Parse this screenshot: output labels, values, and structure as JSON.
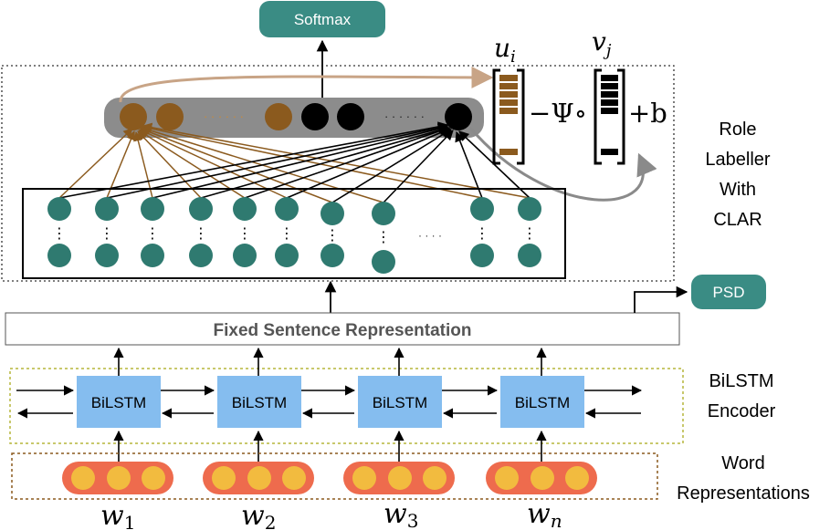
{
  "labels": {
    "softmax": "Softmax",
    "psd": "PSD",
    "fixed_sentence": "Fixed Sentence Representation",
    "bilstm_cell": "BiLSTM",
    "ui": "u",
    "ui_sub": "i",
    "vj": "v",
    "vj_sub": "j",
    "formula_mid": "−Ψ∘",
    "formula_end": "+b",
    "role_labeller": [
      "Role",
      "Labeller",
      "With",
      "CLAR"
    ],
    "bilstm_encoder": [
      "BiLSTM",
      "Encoder"
    ],
    "word_representations": [
      "Word",
      "Representations"
    ],
    "words": [
      {
        "base": "w",
        "sub": "1"
      },
      {
        "base": "w",
        "sub": "2"
      },
      {
        "base": "w",
        "sub": "3"
      },
      {
        "base": "w",
        "sub": "n"
      }
    ],
    "ellipsis": "· · · · · ·",
    "ellipsis_short": "· · · ·",
    "vdots": "⋮"
  },
  "colors": {
    "teal": "#3a8c84",
    "brown": "#8b5a1e",
    "gray_bar": "#8c8c8c",
    "blue_cell": "#85bdef",
    "word_pill": "#ee6b4d",
    "word_dot": "#f2bb3f",
    "arc_tan": "#c8a486",
    "arc_gray": "#8a8a8a",
    "dotted_olive": "#b5b53c",
    "dotted_brown": "#8b5a1e"
  }
}
